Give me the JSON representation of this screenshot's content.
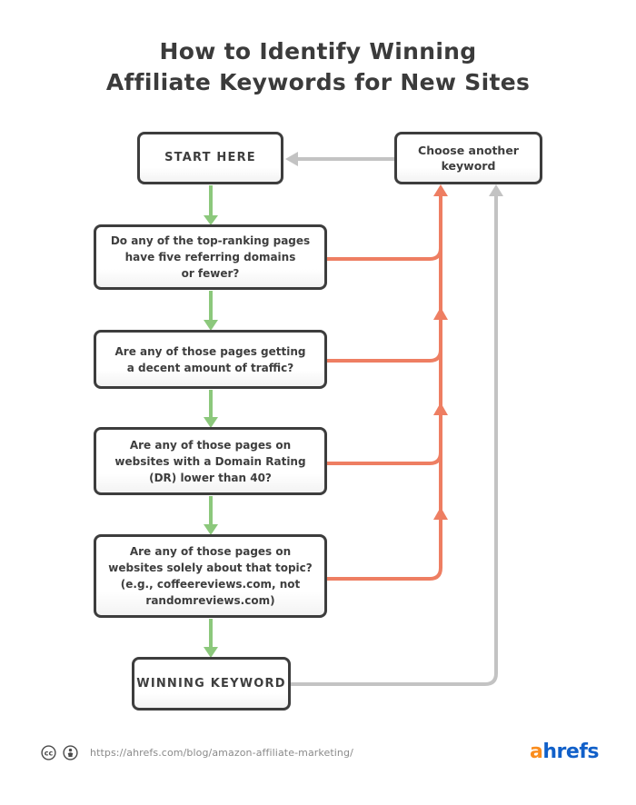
{
  "title": {
    "text": "How to Identify Winning\nAffiliate Keywords for New Sites"
  },
  "flowchart": {
    "nodes": {
      "start": {
        "label": "START HERE"
      },
      "choose": {
        "label": "Choose another\nkeyword"
      },
      "q1": {
        "label": "Do any of the top-ranking pages\nhave five referring domains\nor fewer?"
      },
      "q2": {
        "label": "Are any of those pages getting\na decent amount of traffic?"
      },
      "q3": {
        "label": "Are any of those pages on\nwebsites with a Domain Rating\n(DR) lower than 40?"
      },
      "q4": {
        "label": "Are any of those pages on\nwebsites solely about that topic?\n(e.g., coffeereviews.com, not\nrandomreviews.com)"
      },
      "winning": {
        "label": "WINNING KEYWORD"
      }
    },
    "edges": [
      {
        "from": "choose",
        "to": "start",
        "color": "gray"
      },
      {
        "from": "start",
        "to": "q1",
        "color": "green"
      },
      {
        "from": "q1",
        "to": "q2",
        "color": "green"
      },
      {
        "from": "q2",
        "to": "q3",
        "color": "green"
      },
      {
        "from": "q3",
        "to": "q4",
        "color": "green"
      },
      {
        "from": "q4",
        "to": "winning",
        "color": "green"
      },
      {
        "from": "q1",
        "to": "choose",
        "color": "red"
      },
      {
        "from": "q2",
        "to": "choose",
        "color": "red"
      },
      {
        "from": "q3",
        "to": "choose",
        "color": "red"
      },
      {
        "from": "q4",
        "to": "choose",
        "color": "red"
      },
      {
        "from": "winning",
        "to": "choose",
        "color": "gray"
      }
    ]
  },
  "footer": {
    "license_icons": [
      "cc-icon",
      "attribution-icon"
    ],
    "url": "https://ahrefs.com/blog/amazon-affiliate-marketing/",
    "logo": {
      "prefix": "a",
      "suffix": "hrefs"
    }
  },
  "colors": {
    "green": "#8cc87c",
    "red": "#ee7e62",
    "gray": "#c3c3c3",
    "border": "#3d3d3d",
    "box_text": "#3e3e3e",
    "title_text": "#3b3b3b",
    "url_text": "#8a8a8a",
    "logo_orange": "#fa8d1e",
    "logo_blue": "#1160c9"
  }
}
